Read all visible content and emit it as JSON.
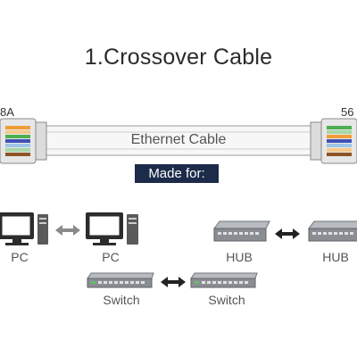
{
  "title": "1.Crossover Cable",
  "cable": {
    "left_end_label": "8A",
    "right_end_label": "56",
    "label": "Ethernet Cable"
  },
  "made_for": "Made for:",
  "devices": {
    "pc_left": "PC",
    "pc_right": "PC",
    "hub_left": "HUB",
    "hub_right": "HUB",
    "switch_left": "Switch",
    "switch_right": "Switch"
  },
  "colors": {
    "title": "#2b2b2b",
    "badge_bg": "#1c2b4a",
    "device_gray": "#8a8d92",
    "arrow": "#222222"
  }
}
